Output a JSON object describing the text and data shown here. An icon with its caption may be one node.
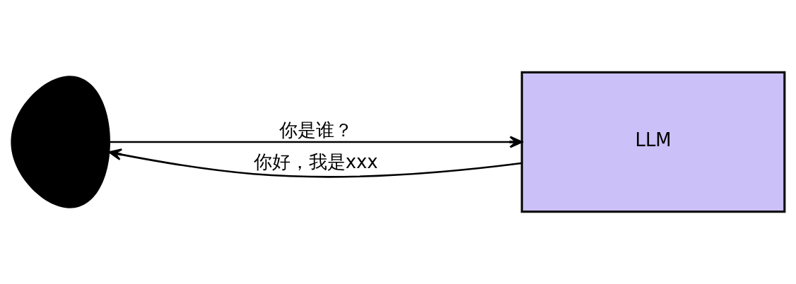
{
  "diagram": {
    "nodes": [
      {
        "text": [],
        "shape": "person"
      },
      {
        "text": [
          "LLM"
        ]
      }
    ],
    "edges": [
      {
        "from": 0,
        "to": 1,
        "arrow": "to",
        "label": "你是谁？"
      },
      {
        "from": 1,
        "to": 0,
        "arrow": "to",
        "label": "你好，我是xxx"
      }
    ]
  }
}
